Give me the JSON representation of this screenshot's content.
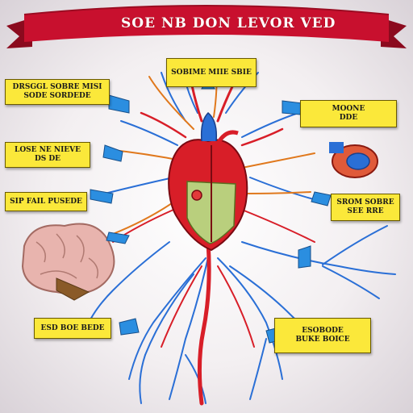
{
  "header": {
    "title": "SOE NB DON LEVOR VED",
    "banner_color": "#c8102e",
    "banner_shadow": "#8b0a1e"
  },
  "labels": [
    {
      "id": "top-center",
      "lines": [
        "SOBIME MIIE SBIE"
      ]
    },
    {
      "id": "top-left",
      "lines": [
        "DRSGGL SOBRE MISI",
        "SODE SORDEDE"
      ]
    },
    {
      "id": "top-right",
      "lines": [
        "MOONE",
        "DDE"
      ]
    },
    {
      "id": "mid-left",
      "lines": [
        "LOSE NE NIEVE",
        "DS DE"
      ]
    },
    {
      "id": "left",
      "lines": [
        "SIP FAIL PUSEDE"
      ]
    },
    {
      "id": "right",
      "lines": [
        "SROM SOBRE",
        "SEE RRE"
      ]
    },
    {
      "id": "bottom-left",
      "lines": [
        "ESD BOE BEDE"
      ]
    },
    {
      "id": "bottom-right",
      "lines": [
        "ESOBODE",
        "BUKE BOICE"
      ]
    }
  ],
  "colors": {
    "label_fill": "#fbe83a",
    "artery": "#d81e28",
    "vein": "#2a6fd6",
    "nerve": "#e0781c",
    "heart_green": "#b9cf7d",
    "brain": "#e8b4ae"
  }
}
